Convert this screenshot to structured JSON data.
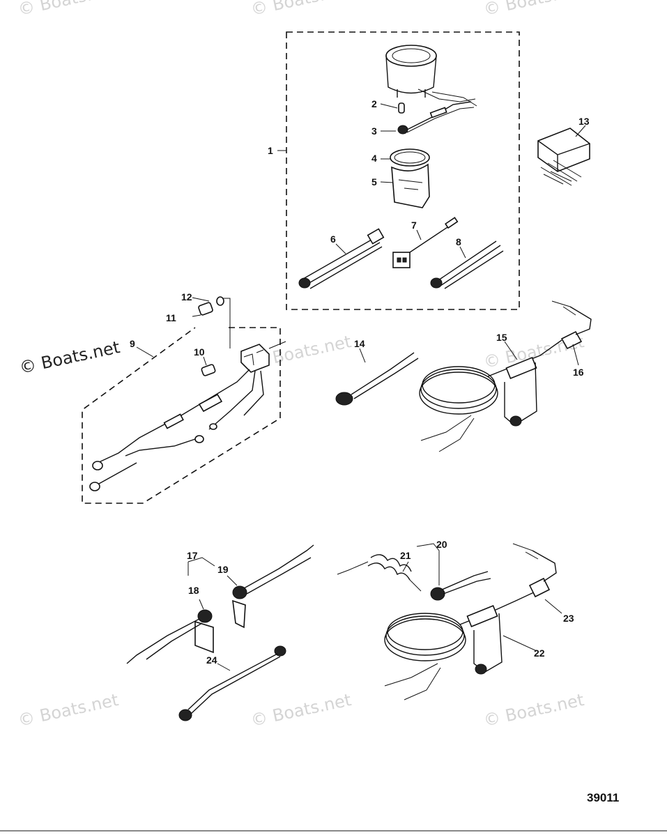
{
  "watermark": {
    "text": "© Boats.net",
    "highlighted_text": "© Boats.net"
  },
  "figure_number": "39011",
  "callouts": [
    "1",
    "2",
    "3",
    "4",
    "5",
    "6",
    "7",
    "8",
    "9",
    "10",
    "11",
    "12",
    "13",
    "14",
    "15",
    "16",
    "17",
    "18",
    "19",
    "20",
    "21",
    "22",
    "23",
    "24"
  ],
  "colors": {
    "line": "#111111",
    "background": "#ffffff",
    "watermark": "#d4d4d4"
  }
}
